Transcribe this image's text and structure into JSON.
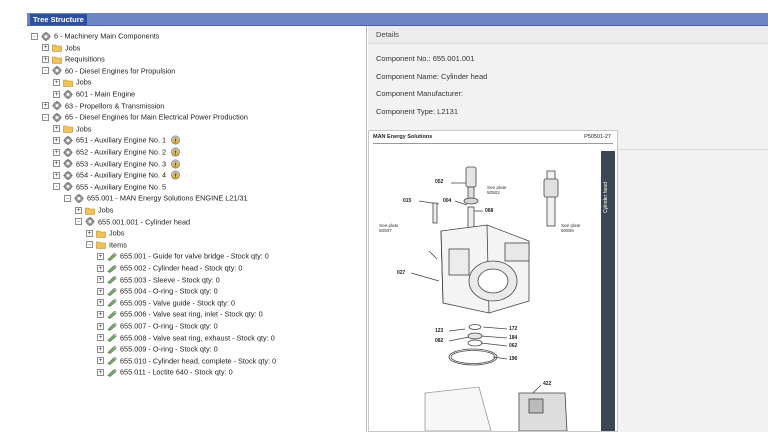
{
  "header": {
    "title": "Tree Structure"
  },
  "tree": [
    {
      "label": "6 - Machinery Main Components",
      "level": 0,
      "expander": "-",
      "icon": "gear-icon"
    },
    {
      "label": "Jobs",
      "level": 1,
      "expander": "+",
      "icon": "folder-icon"
    },
    {
      "label": "Requisitions",
      "level": 1,
      "expander": "+",
      "icon": "folder-icon"
    },
    {
      "label": "60 - Diesel Engines for Propulsion",
      "level": 1,
      "expander": "-",
      "icon": "gear-icon"
    },
    {
      "label": "Jobs",
      "level": 2,
      "expander": "+",
      "icon": "folder-icon"
    },
    {
      "label": "601 - Main Engine",
      "level": 2,
      "expander": "+",
      "icon": "gear-icon"
    },
    {
      "label": "63 - Propellors & Transmission",
      "level": 1,
      "expander": "+",
      "icon": "gear-icon"
    },
    {
      "label": "65 - Diesel Engines for Main Electrical Power Production",
      "level": 1,
      "expander": "-",
      "icon": "gear-icon"
    },
    {
      "label": "Jobs",
      "level": 2,
      "expander": "+",
      "icon": "folder-icon"
    },
    {
      "label": "651 - Auxiliary Engine No. 1",
      "level": 2,
      "expander": "+",
      "icon": "gear-icon",
      "warn": true
    },
    {
      "label": "652 - Auxiliary Engine No. 2",
      "level": 2,
      "expander": "+",
      "icon": "gear-icon",
      "warn": true
    },
    {
      "label": "653 - Auxiliary Engine No. 3",
      "level": 2,
      "expander": "+",
      "icon": "gear-icon",
      "warn": true
    },
    {
      "label": "654 - Auxiliary Engine No. 4",
      "level": 2,
      "expander": "+",
      "icon": "gear-icon",
      "warn": true
    },
    {
      "label": "655 - Auxiliary Engine No. 5",
      "level": 2,
      "expander": "-",
      "icon": "gear-icon"
    },
    {
      "label": "655.001 - MAN Energy Solutions ENGINE L21/31",
      "level": 3,
      "expander": "-",
      "icon": "gear-icon"
    },
    {
      "label": "Jobs",
      "level": 4,
      "expander": "+",
      "icon": "folder-icon"
    },
    {
      "label": "655.001.001 - Cylinder head",
      "level": 4,
      "expander": "-",
      "icon": "gear-icon"
    },
    {
      "label": "Jobs",
      "level": 5,
      "expander": "+",
      "icon": "folder-icon"
    },
    {
      "label": "Items",
      "level": 5,
      "expander": "-",
      "icon": "folder-icon"
    },
    {
      "label": "655.001 - Guide for valve bridge - Stock qty: 0",
      "level": 6,
      "expander": "+",
      "icon": "part-icon"
    },
    {
      "label": "655.002 - Cylinder head - Stock qty: 0",
      "level": 6,
      "expander": "+",
      "icon": "part-icon"
    },
    {
      "label": "655.003 - Sleeve - Stock qty: 0",
      "level": 6,
      "expander": "+",
      "icon": "part-icon"
    },
    {
      "label": "655.004 - O-ring - Stock qty: 0",
      "level": 6,
      "expander": "+",
      "icon": "part-icon"
    },
    {
      "label": "655.005 - Valve guide - Stock qty: 0",
      "level": 6,
      "expander": "+",
      "icon": "part-icon"
    },
    {
      "label": "655.006 - Valve seat ring, inlet - Stock qty: 0",
      "level": 6,
      "expander": "+",
      "icon": "part-icon"
    },
    {
      "label": "655.007 - O-ring - Stock qty: 0",
      "level": 6,
      "expander": "+",
      "icon": "part-icon"
    },
    {
      "label": "655.008 - Valve seat ring, exhaust - Stock qty: 0",
      "level": 6,
      "expander": "+",
      "icon": "part-icon"
    },
    {
      "label": "655.009 - O-ring - Stock qty: 0",
      "level": 6,
      "expander": "+",
      "icon": "part-icon"
    },
    {
      "label": "655.010 - Cylinder head, complete - Stock qty: 0",
      "level": 6,
      "expander": "+",
      "icon": "part-icon"
    },
    {
      "label": "655.011 - Loctite 640 - Stock qty: 0",
      "level": 6,
      "expander": "+",
      "icon": "part-icon"
    }
  ],
  "details": {
    "heading": "Details",
    "component_no": "Component No.: 655.001.001",
    "component_name": "Component Name: Cylinder head",
    "component_manufacturer": "Component Manufacturer:",
    "component_type": "Component Type: L2131"
  },
  "drawing": {
    "brand": "MAN Energy Solutions",
    "ref": "P50501-27",
    "side_label": "Cylinder head",
    "callouts": [
      "052",
      "015",
      "004",
      "068",
      "027",
      "123",
      "082",
      "172",
      "184",
      "062",
      "196",
      "422"
    ],
    "notes": [
      "See plate\n50502",
      "See plate\n50507",
      "See plate\n50506"
    ]
  },
  "colors": {
    "title_bar": "#6f86c6",
    "title_tab": "#2f4f9f",
    "side_strip": "#3c4756",
    "folder": "#f0c35a",
    "gear": "#8a8a8a"
  }
}
